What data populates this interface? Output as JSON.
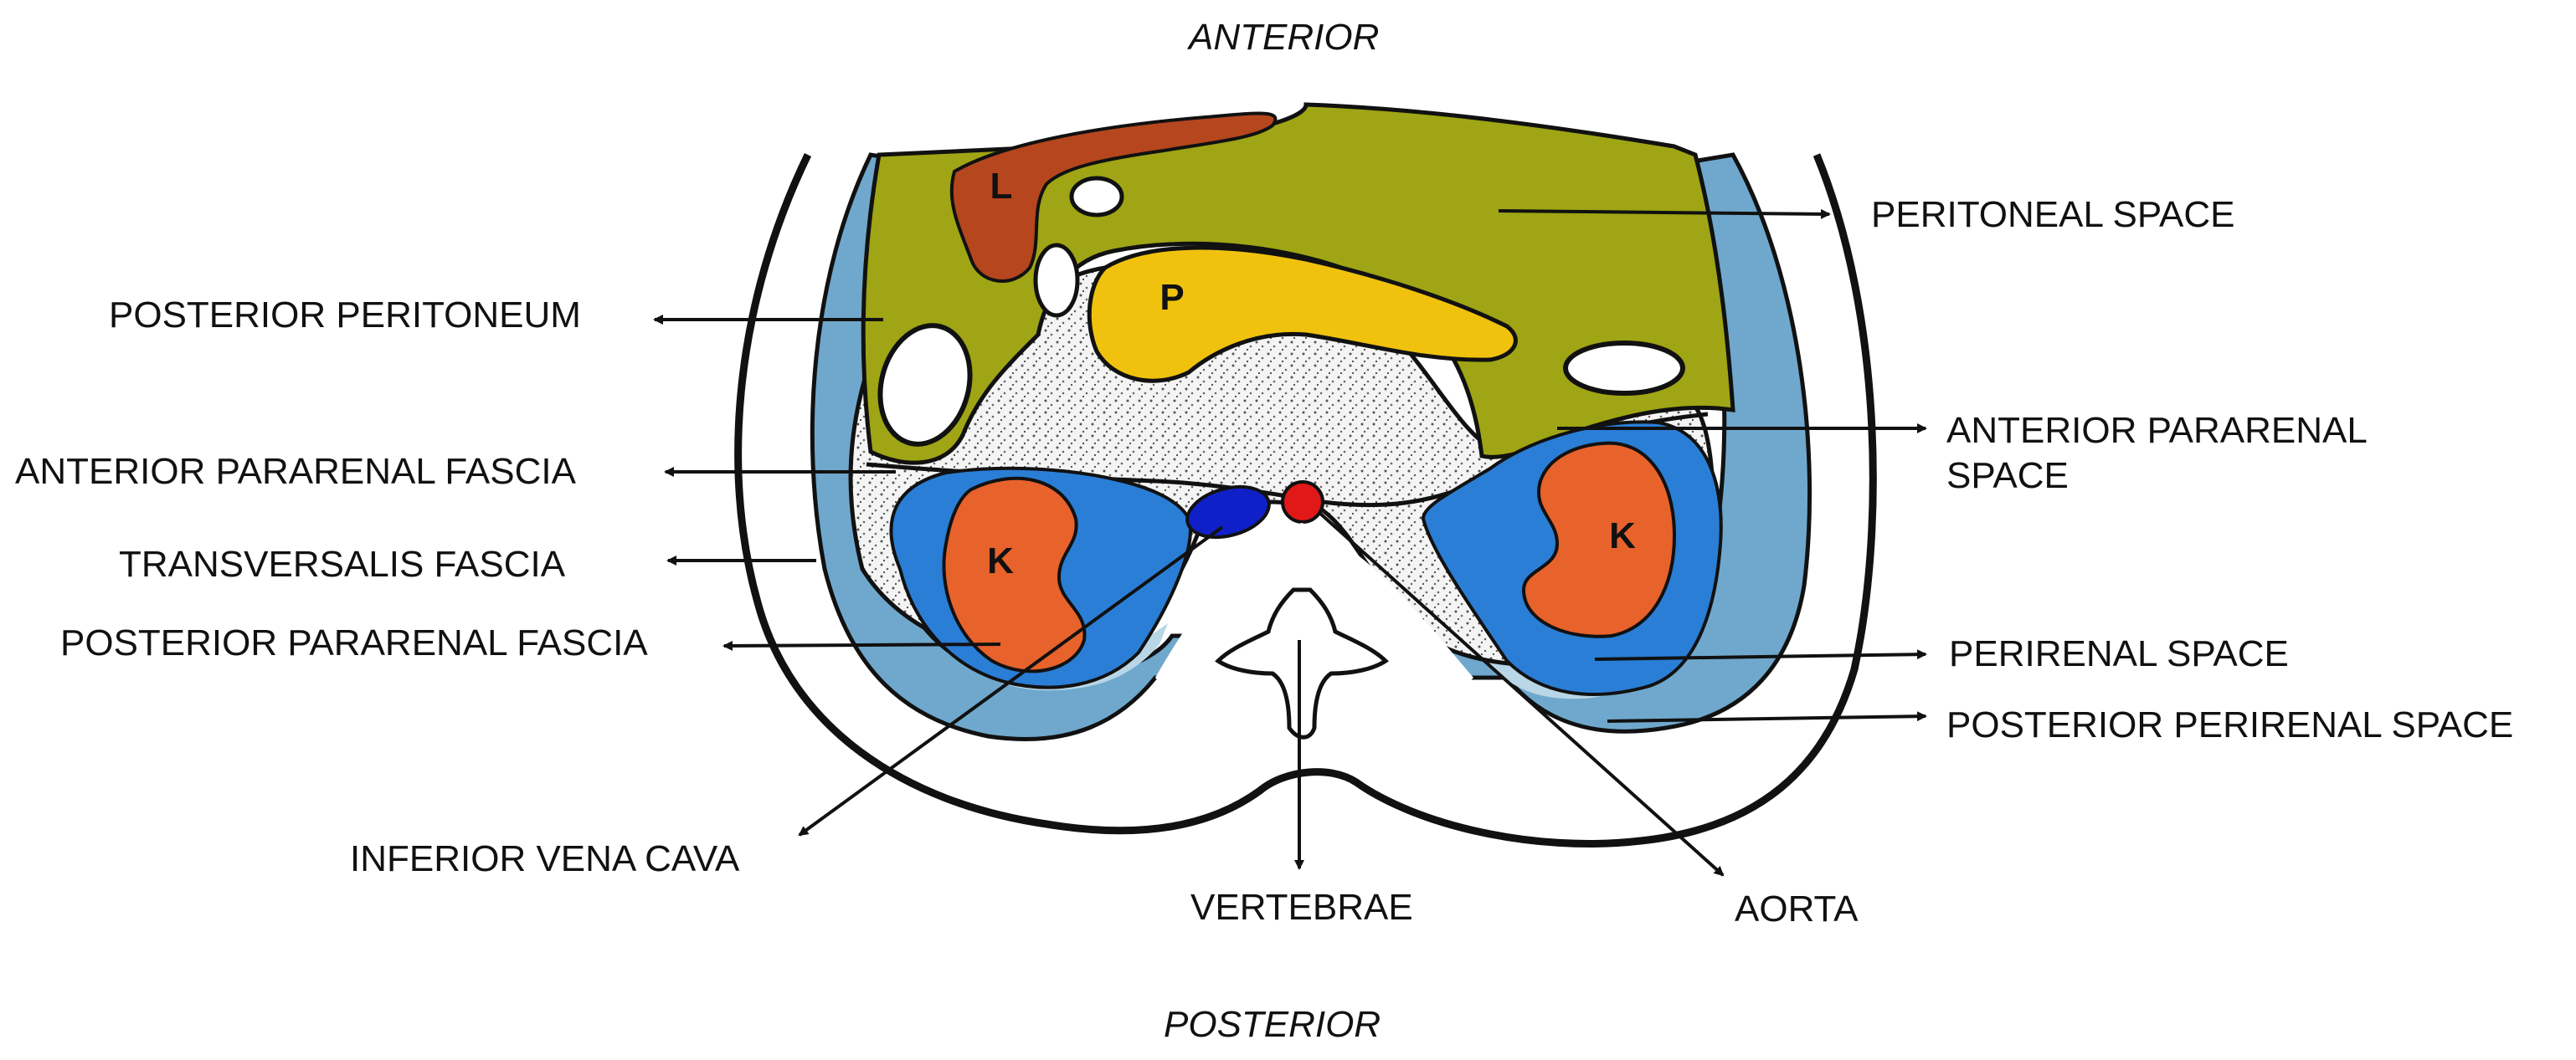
{
  "orientation": {
    "anterior": "ANTERIOR",
    "posterior": "POSTERIOR"
  },
  "organs": {
    "liver": "L",
    "pancreas": "P",
    "kidney_left": "K",
    "kidney_right": "K"
  },
  "labels": {
    "peritoneal_space": "PERITONEAL SPACE",
    "posterior_peritoneum": "POSTERIOR PERITONEUM",
    "anterior_pararenal_fascia": "ANTERIOR PARARENAL FASCIA",
    "anterior_pararenal_space_line1": "ANTERIOR PARARENAL",
    "anterior_pararenal_space_line2": "SPACE",
    "transversalis_fascia": "TRANSVERSALIS FASCIA",
    "posterior_pararenal_fascia": "POSTERIOR PARARENAL FASCIA",
    "perirenal_space": "PERIRENAL SPACE",
    "posterior_perirenal_space": "POSTERIOR PERIRENAL SPACE",
    "inferior_vena_cava": "INFERIOR VENA CAVA",
    "vertebrae": "VERTEBRAE",
    "aorta": "AORTA"
  },
  "colors": {
    "peritoneal": "#9fa514",
    "liver": "#b5461d",
    "pancreas": "#f0c20e",
    "perirenal": "#2a7ed6",
    "kidney": "#e8622c",
    "fascia_band": "#6fa8cc",
    "posterior_perirenal": "#b9d6e6",
    "ivc": "#1020c8",
    "aorta": "#e01818",
    "stipple": "#f2f2f2"
  }
}
